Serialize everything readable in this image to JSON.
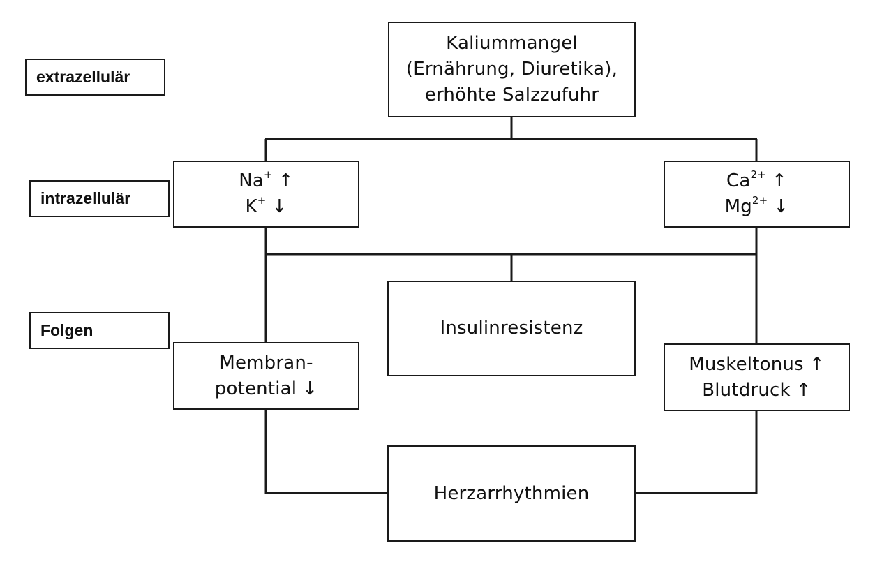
{
  "levels": {
    "extra": "extrazellulär",
    "intra": "intrazellulär",
    "folgen": "Folgen"
  },
  "top_box": {
    "line1": "Kaliummangel",
    "line2": "(Ernährung, Diuretika),",
    "line3": "erhöhte Salzzufuhr"
  },
  "left_intra": {
    "ion1": "Na",
    "ion1_charge": "+",
    "ion1_dir": "↑",
    "ion2": "K",
    "ion2_charge": "+",
    "ion2_dir": "↓"
  },
  "right_intra": {
    "ion1": "Ca",
    "ion1_charge": "2+",
    "ion1_dir": "↑",
    "ion2": "Mg",
    "ion2_charge": "2+",
    "ion2_dir": "↓"
  },
  "center": {
    "text": "Insulinresistenz"
  },
  "left_folgen": {
    "line1": "Membran-",
    "line2": "potential",
    "dir": "↓"
  },
  "right_folgen": {
    "line1": "Muskeltonus",
    "line1_dir": "↑",
    "line2": "Blutdruck",
    "line2_dir": "↑"
  },
  "bottom": {
    "text": "Herzarrhythmien"
  },
  "colors": {
    "stroke": "#1a1a1a",
    "background": "#ffffff"
  }
}
